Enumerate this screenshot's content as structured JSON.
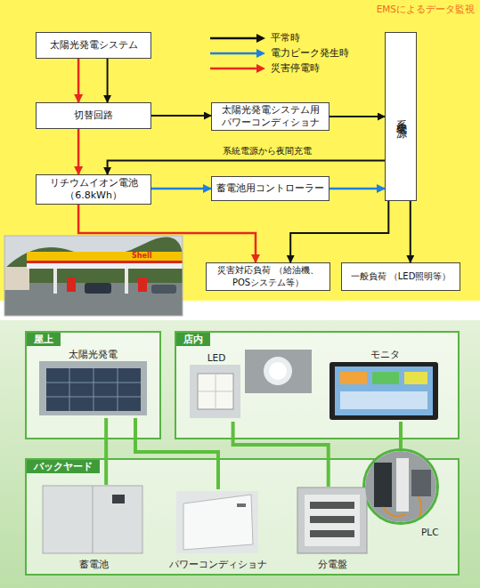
{
  "diagram": {
    "title": "EMSによるデータ監視",
    "nodes": [
      {
        "text": [
          "太陽光発電システム"
        ]
      },
      {
        "text": [
          "切替回路"
        ]
      },
      {
        "text": [
          "太陽光発電システム用 パワーコンディショナ"
        ]
      },
      {
        "text": [
          "系統電源"
        ]
      },
      {
        "text": [
          "リチウムイオン電池 （6.8kWh）"
        ]
      },
      {
        "text": [
          "蓄電池用コントローラー"
        ]
      },
      {
        "text": [
          "災害対応負荷 （給油機、POSシステム等）"
        ]
      },
      {
        "text": [
          "一般負荷 （LED照明等）"
        ]
      },
      {
        "text": [
          "屋上"
        ]
      },
      {
        "text": [
          "太陽光発電"
        ],
        "in": 8
      },
      {
        "text": [
          "店内"
        ]
      },
      {
        "text": [
          "LED"
        ],
        "in": 10
      },
      {
        "text": [
          "モニタ"
        ],
        "in": 10
      },
      {
        "text": [
          "バックヤード"
        ]
      },
      {
        "text": [
          "蓄電池"
        ],
        "in": 13
      },
      {
        "text": [
          "パワーコンディショナ"
        ],
        "in": 13
      },
      {
        "text": [
          "分電盤"
        ],
        "in": 13
      },
      {
        "text": [
          "PLC"
        ],
        "in": 13
      }
    ],
    "edges": [
      {
        "from": 0,
        "to": 1,
        "arrow": "to"
      },
      {
        "from": 0,
        "to": 1,
        "arrow": "to"
      },
      {
        "from": 1,
        "to": 2,
        "arrow": "to"
      },
      {
        "from": 2,
        "to": 3,
        "arrow": "to"
      },
      {
        "from": 3,
        "to": 4,
        "label": "系統電源から夜間充電",
        "arrow": "to"
      },
      {
        "from": 1,
        "to": 4,
        "arrow": "to"
      },
      {
        "from": 4,
        "to": 5,
        "arrow": "to"
      },
      {
        "from": 5,
        "to": 3,
        "arrow": "to"
      },
      {
        "from": 4,
        "to": 6,
        "arrow": "to"
      },
      {
        "from": 3,
        "to": 6,
        "arrow": "to"
      },
      {
        "from": 3,
        "to": 7,
        "arrow": "to"
      },
      {
        "from": 9,
        "to": 14,
        "arrow": "none"
      },
      {
        "from": 9,
        "to": 15,
        "arrow": "none"
      },
      {
        "from": 11,
        "to": 16,
        "arrow": "none"
      },
      {
        "from": 12,
        "to": 17,
        "arrow": "none"
      }
    ],
    "labels": [
      "Shell"
    ],
    "legend": [
      {
        "text": "平常時"
      },
      {
        "text": "電力ピーク発生時"
      },
      {
        "text": "災害停電時"
      }
    ]
  }
}
